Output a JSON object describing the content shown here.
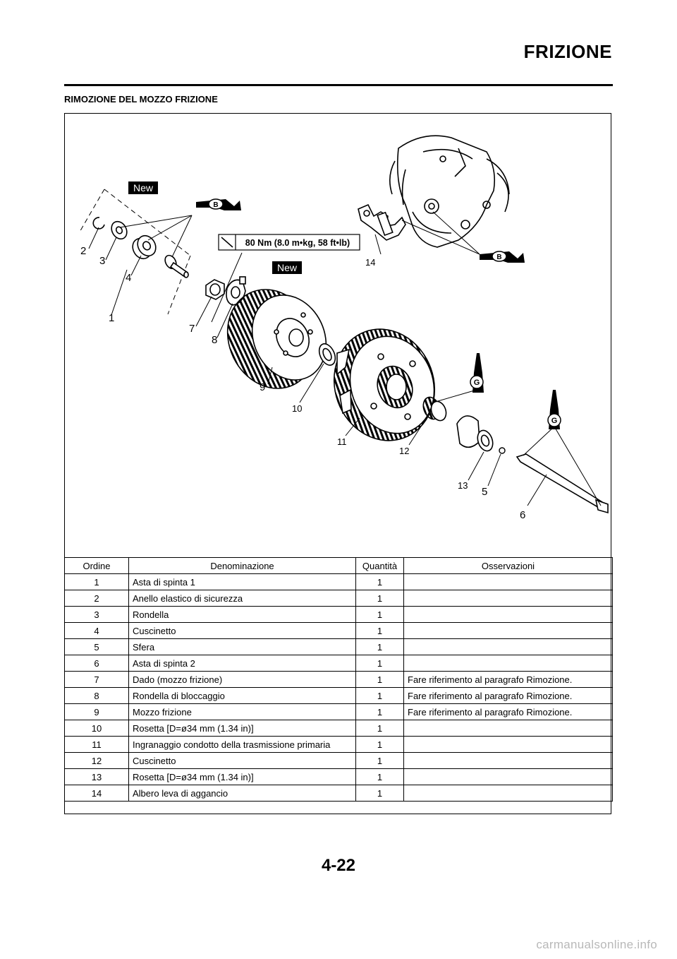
{
  "header": {
    "chapter_title": "FRIZIONE",
    "section_title": "RIMOZIONE DEL MOZZO FRIZIONE"
  },
  "diagram": {
    "callouts": [
      "1",
      "2",
      "3",
      "4",
      "5",
      "6",
      "7",
      "8",
      "9",
      "10",
      "11",
      "12",
      "13",
      "14"
    ],
    "badges": {
      "new": "New",
      "b_mark": "B",
      "g_mark": "G"
    },
    "torque_label": "80 Nm (8.0 m•kg, 58 ft•lb)"
  },
  "table": {
    "headers": {
      "order": "Ordine",
      "name": "Denominazione",
      "qty": "Quantità",
      "notes": "Osservazioni"
    },
    "rows": [
      {
        "order": "1",
        "name": "Asta di spinta 1",
        "qty": "1",
        "notes": ""
      },
      {
        "order": "2",
        "name": "Anello elastico di sicurezza",
        "qty": "1",
        "notes": ""
      },
      {
        "order": "3",
        "name": "Rondella",
        "qty": "1",
        "notes": ""
      },
      {
        "order": "4",
        "name": "Cuscinetto",
        "qty": "1",
        "notes": ""
      },
      {
        "order": "5",
        "name": "Sfera",
        "qty": "1",
        "notes": ""
      },
      {
        "order": "6",
        "name": "Asta di spinta 2",
        "qty": "1",
        "notes": ""
      },
      {
        "order": "7",
        "name": "Dado (mozzo frizione)",
        "qty": "1",
        "notes": "Fare riferimento al paragrafo Rimozione."
      },
      {
        "order": "8",
        "name": "Rondella di bloccaggio",
        "qty": "1",
        "notes": "Fare riferimento al paragrafo Rimozione."
      },
      {
        "order": "9",
        "name": "Mozzo frizione",
        "qty": "1",
        "notes": "Fare riferimento al paragrafo Rimozione."
      },
      {
        "order": "10",
        "name": "Rosetta [D=ø34 mm (1.34 in)]",
        "qty": "1",
        "notes": ""
      },
      {
        "order": "11",
        "name": "Ingranaggio condotto della trasmissione primaria",
        "qty": "1",
        "notes": ""
      },
      {
        "order": "12",
        "name": "Cuscinetto",
        "qty": "1",
        "notes": ""
      },
      {
        "order": "13",
        "name": "Rosetta [D=ø34 mm (1.34 in)]",
        "qty": "1",
        "notes": ""
      },
      {
        "order": "14",
        "name": "Albero leva di aggancio",
        "qty": "1",
        "notes": ""
      }
    ]
  },
  "footer": {
    "page_number": "4-22",
    "watermark": "carmanualsonline.info"
  }
}
